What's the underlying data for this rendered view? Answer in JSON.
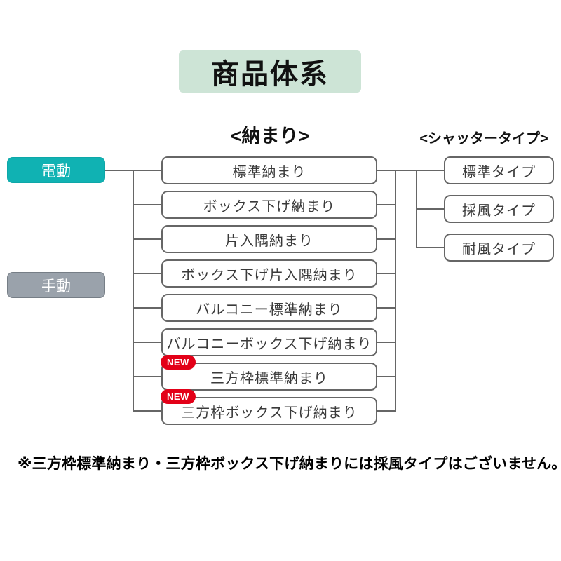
{
  "title": "商品体系",
  "headers": {
    "nakamari": "<納まり>",
    "shutter_type": "<シャッタータイプ>"
  },
  "drive_buttons": {
    "electric": {
      "label": "電動"
    },
    "manual": {
      "label": "手動"
    }
  },
  "nakamari_items": [
    {
      "label": "標準納まり",
      "new": false
    },
    {
      "label": "ボックス下げ納まり",
      "new": false
    },
    {
      "label": "片入隅納まり",
      "new": false
    },
    {
      "label": "ボックス下げ片入隅納まり",
      "new": false
    },
    {
      "label": "バルコニー標準納まり",
      "new": false
    },
    {
      "label": "バルコニーボックス下げ納まり",
      "new": false
    },
    {
      "label": "三方枠標準納まり",
      "new": true
    },
    {
      "label": "三方枠ボックス下げ納まり",
      "new": true
    }
  ],
  "shutter_types": [
    {
      "label": "標準タイプ"
    },
    {
      "label": "採風タイプ"
    },
    {
      "label": "耐風タイプ"
    }
  ],
  "badge": {
    "new_label": "NEW"
  },
  "note": "※三方枠標準納まり・三方枠ボックス下げ納まりには採風タイプはございません。",
  "colors": {
    "title_bg": "#cde4d6",
    "electric": "#10b2b3",
    "manual": "#9aa2ab",
    "new_badge": "#e30018",
    "line": "#666666"
  }
}
